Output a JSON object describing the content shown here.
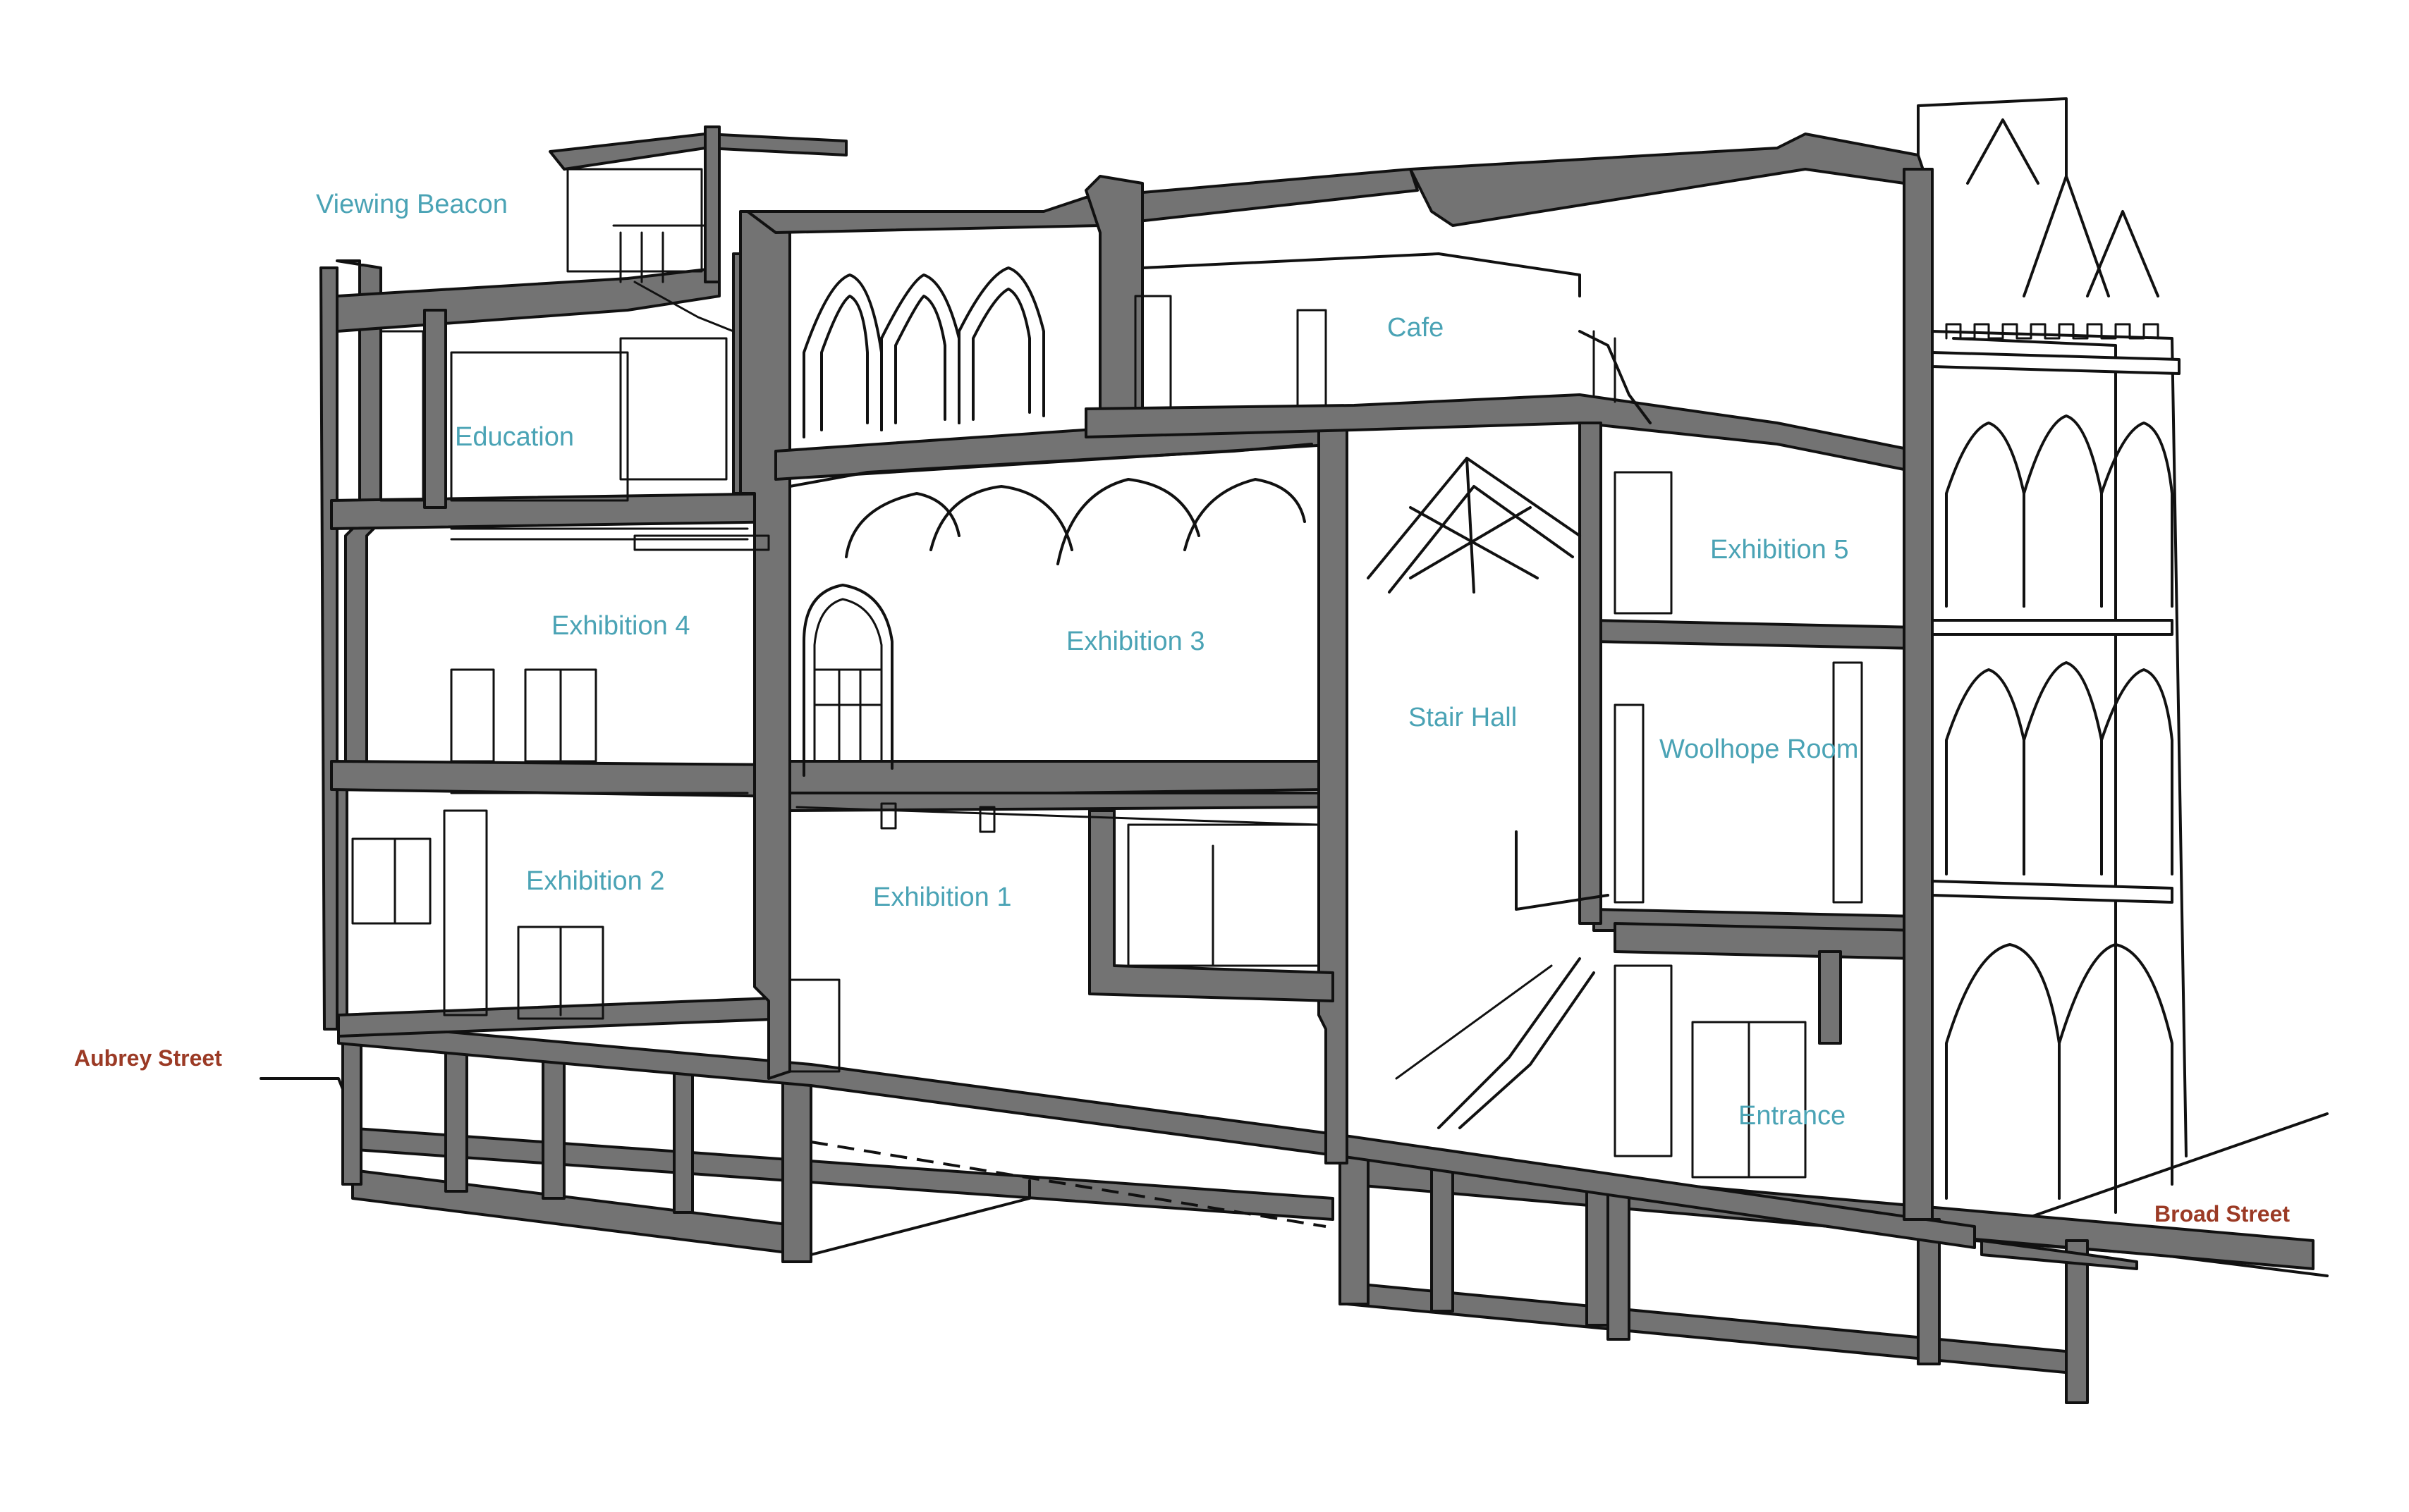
{
  "rooms": {
    "viewing_beacon": "Viewing Beacon",
    "education": "Education",
    "cafe": "Cafe",
    "exhibition_4": "Exhibition 4",
    "exhibition_3": "Exhibition 3",
    "exhibition_5": "Exhibition 5",
    "stair_hall": "Stair Hall",
    "woolhope_room": "Woolhope Room",
    "exhibition_2": "Exhibition 2",
    "exhibition_1": "Exhibition 1",
    "entrance": "Entrance"
  },
  "streets": {
    "aubrey": "Aubrey Street",
    "broad": "Broad Street"
  },
  "colors": {
    "room_label": "#4aa3b5",
    "street_label": "#9b3a25",
    "section_fill": "#737373",
    "ink": "#111111"
  }
}
